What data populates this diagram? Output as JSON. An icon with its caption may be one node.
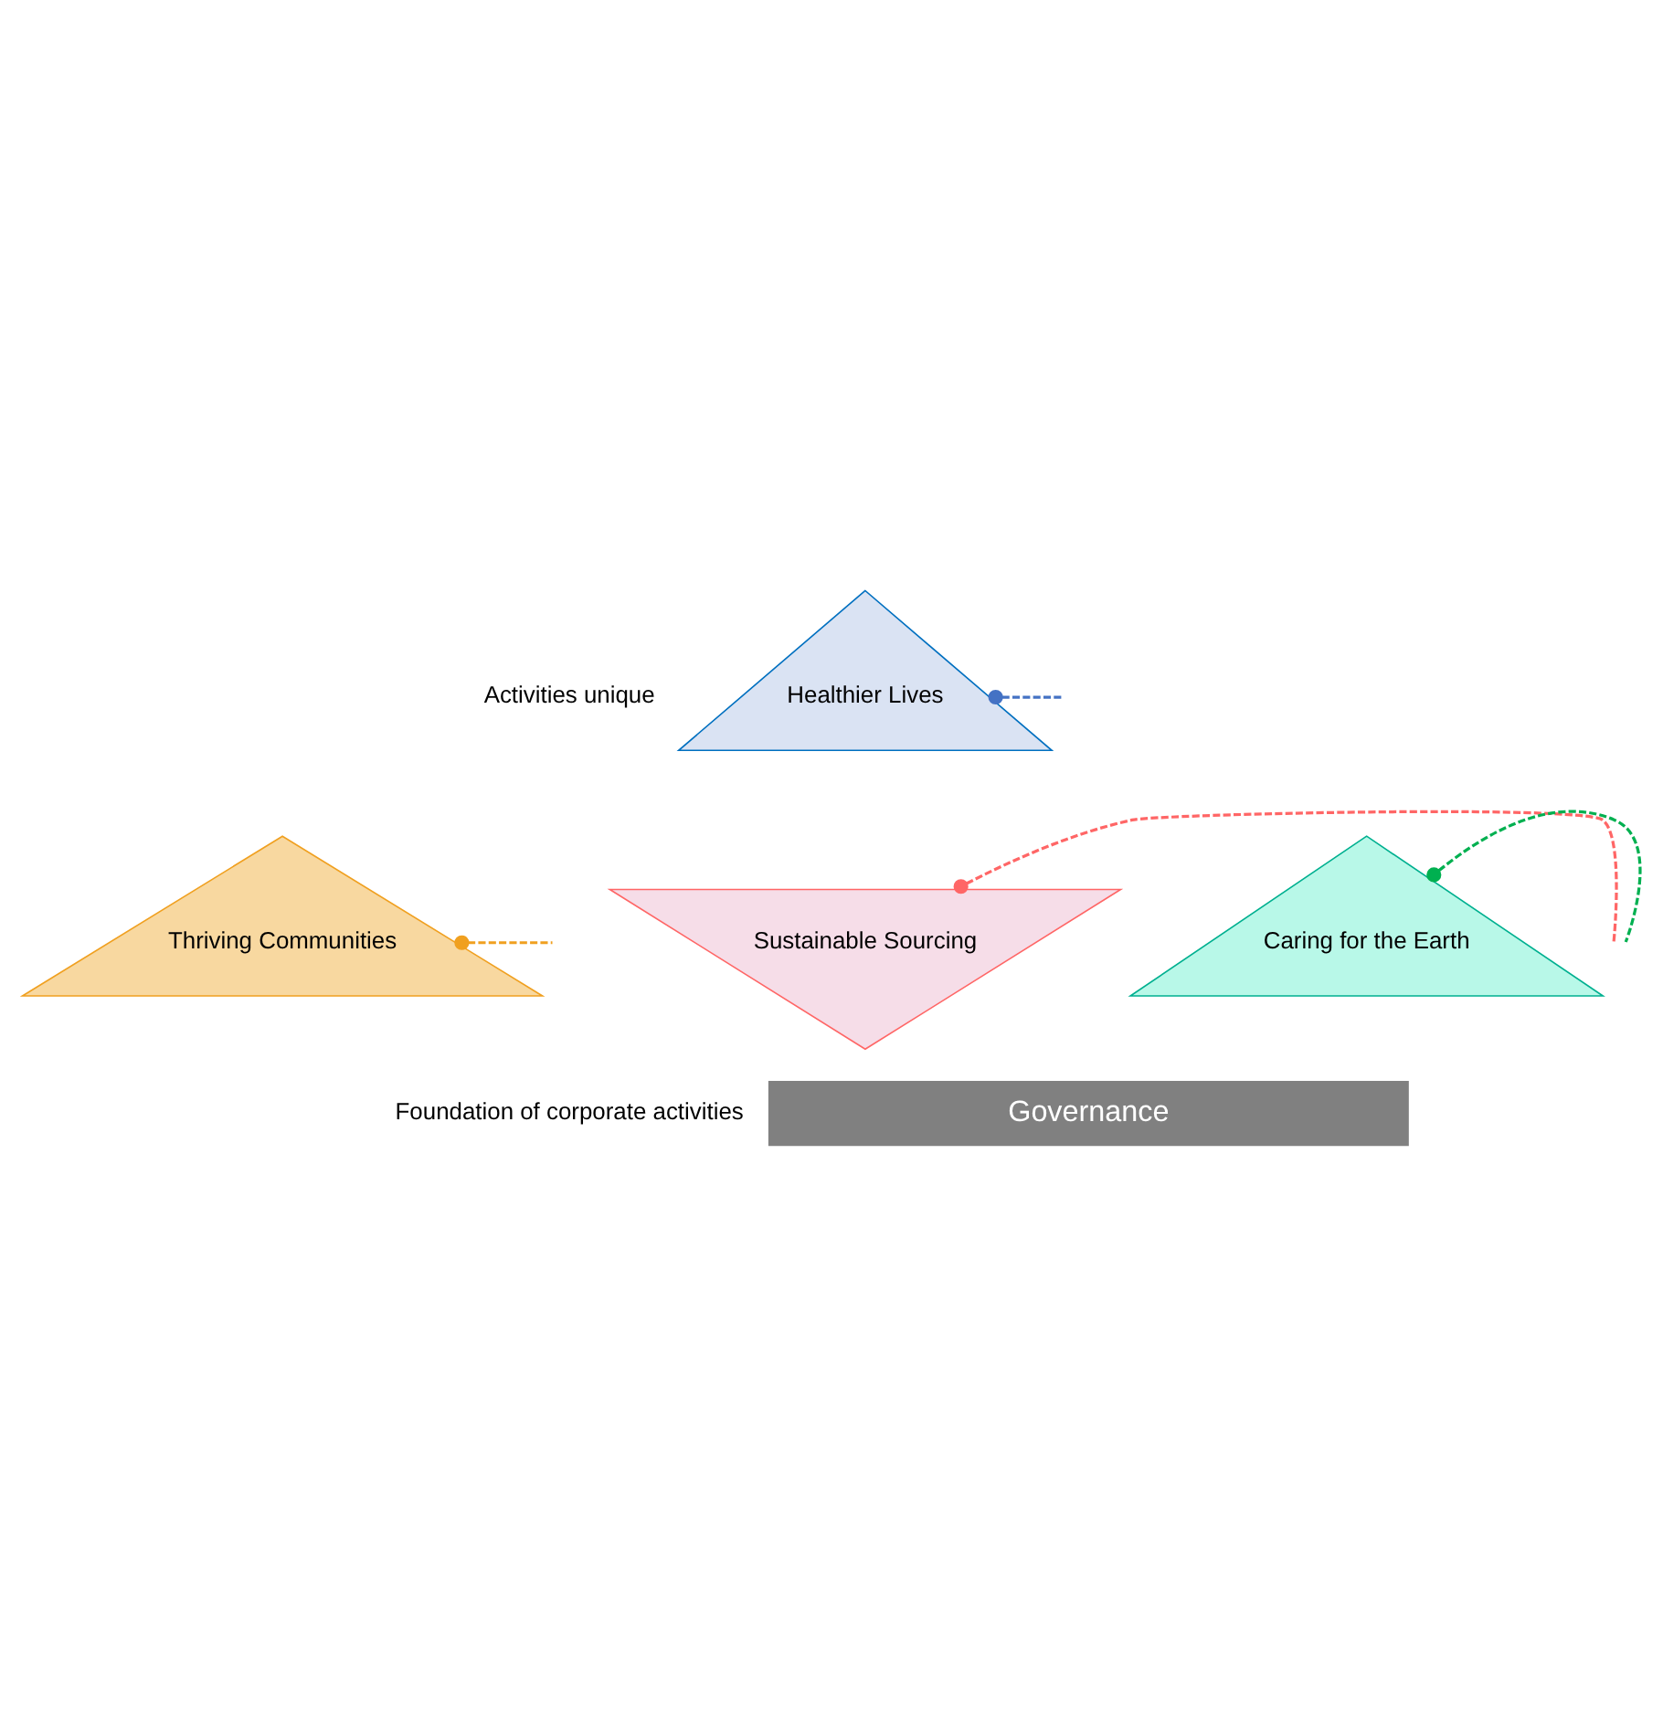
{
  "diagram": {
    "nodes": [
      {
        "text": [
          "Healthier Lives"
        ]
      },
      {
        "text": [
          "Thriving Communities"
        ]
      },
      {
        "text": [
          "Sustainable Sourcing"
        ]
      },
      {
        "text": [
          "Caring for the Earth"
        ]
      },
      {
        "text": [
          "Governance"
        ]
      }
    ],
    "edges": [
      {
        "from": 0,
        "to": null,
        "arrow": "other",
        "style": "dashed",
        "color": "#4472c4"
      },
      {
        "from": 2,
        "to": null,
        "arrow": "other",
        "style": "dashed",
        "color": "#ff6666"
      },
      {
        "from": 1,
        "to": null,
        "arrow": "other",
        "style": "dashed",
        "color": "#f0a020"
      },
      {
        "from": 3,
        "to": null,
        "arrow": "other",
        "style": "dashed",
        "color": "#00b050"
      }
    ],
    "labels": [
      "Activities unique",
      "Foundation of corporate activities"
    ]
  }
}
